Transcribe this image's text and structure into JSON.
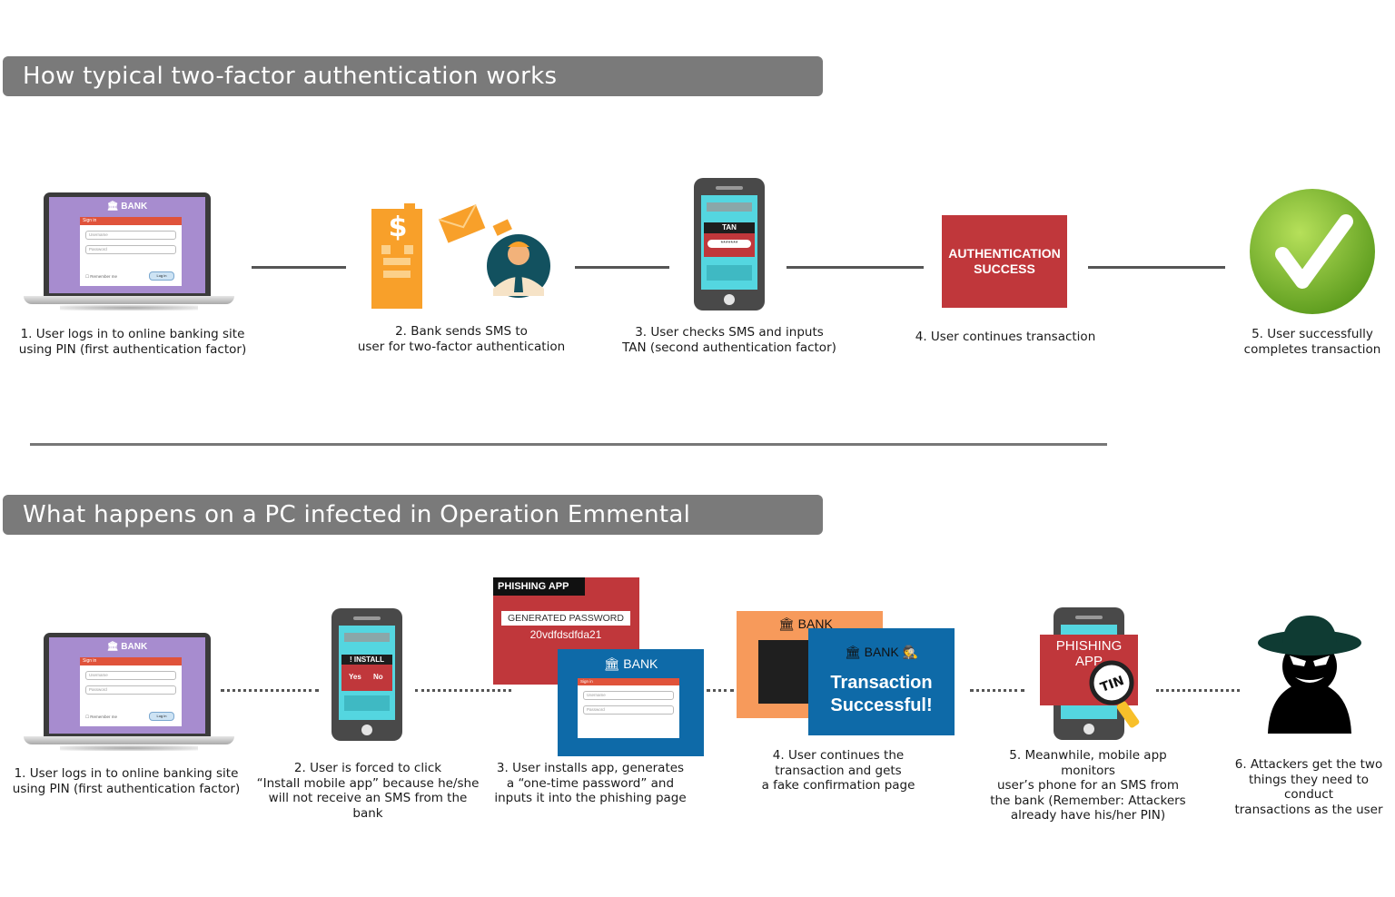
{
  "section1": {
    "header": "How typical two-factor authentication works",
    "steps": [
      {
        "line1": "1. User logs in to online banking site",
        "line2": "using PIN (first authentication factor)"
      },
      {
        "line1": "2. Bank sends SMS to",
        "line2": "user for two-factor authentication"
      },
      {
        "line1": "3. User checks SMS and inputs",
        "line2": "TAN (second authentication factor)"
      },
      {
        "line1": "4. User continues transaction"
      },
      {
        "line1": "5. User successfully",
        "line2": "completes transaction"
      }
    ],
    "bank_label": "BANK",
    "tan_label": "TAN",
    "tan_mask": "*******",
    "auth_box": {
      "line1": "AUTHENTICATION",
      "line2": "SUCCESS"
    },
    "dollar": "$"
  },
  "section2": {
    "header": "What happens on a PC infected in Operation Emmental",
    "steps": [
      {
        "line1": "1. User logs in to online banking site",
        "line2": "using PIN (first authentication factor)"
      },
      {
        "line1": "2. User is forced to click",
        "line2": "“Install mobile app” because he/she",
        "line3": "will not receive an SMS from the bank"
      },
      {
        "line1": "3. User installs app, generates",
        "line2": "a “one-time password” and",
        "line3": "inputs it into the phishing page"
      },
      {
        "line1": "4. User continues the",
        "line2": "transaction and gets",
        "line3": "a fake confirmation page"
      },
      {
        "line1": "5. Meanwhile, mobile app monitors",
        "line2": "user’s phone for an SMS from",
        "line3": "the bank (Remember: Attackers",
        "line4": "already have his/her PIN)"
      },
      {
        "line1": "6. Attackers get the two",
        "line2": "things they need to conduct",
        "line3": "transactions as the user"
      }
    ],
    "bank_label": "BANK",
    "install_label": "! INSTALL",
    "yes_label": "Yes",
    "no_label": "No",
    "phishing_app_label": "PHISHING APP",
    "generated_password_label": "GENERATED PASSWORD",
    "generated_password_value": "20vdfdsdfda21",
    "transaction_line1": "Transaction",
    "transaction_line2": "Successful!",
    "phishing_app_line1": "PHISHING",
    "phishing_app_line2": "APP",
    "tin_label": "TIN"
  },
  "form": {
    "signin": "Sign in",
    "username": "Username",
    "password": "Password",
    "remember": "Remember me",
    "login": "Log in"
  },
  "colors": {
    "header_bg": "#7a7a7a",
    "laptop_screen": "#a78ccf",
    "phone_screen": "#54d6e0",
    "red": "#c0373b",
    "blue": "#0e6aa8",
    "orange": "#f8a02a",
    "green": "#7cb82f"
  }
}
